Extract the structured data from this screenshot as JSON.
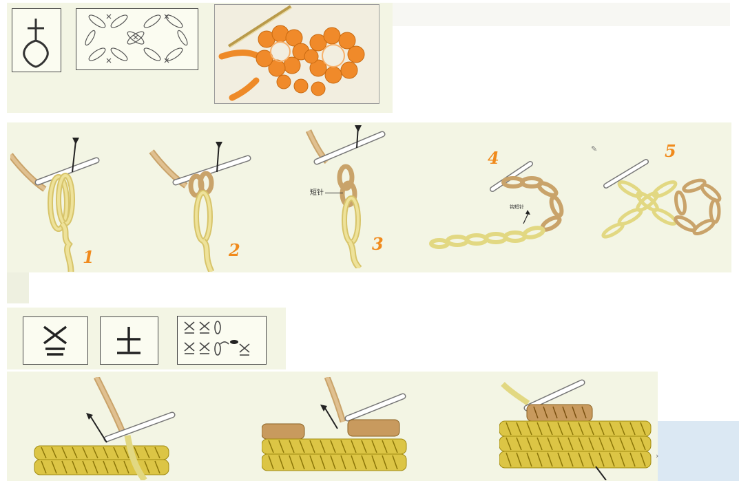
{
  "step_labels": [
    "1",
    "2",
    "3",
    "4",
    "5"
  ],
  "annotations": {
    "short_stitch": "短针",
    "slip_stitch": "钩短针"
  },
  "colors": {
    "yarn_yellow": "#e9e07a",
    "yarn_tan": "#c89a5e",
    "yarn_orange": "#f08a1c",
    "needle": "#ffffff",
    "page_bg": "#f3f5e4"
  },
  "icons": [
    "long-loop-stitch-symbol",
    "diamond-net-chart",
    "orange-yarn-photo",
    "single-crochet-back-loop-symbol",
    "plus-stitch-symbol",
    "mixed-stitch-chart"
  ]
}
